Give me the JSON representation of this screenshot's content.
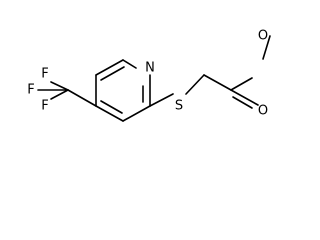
{
  "molecule": {
    "atoms": {
      "n": "N",
      "s": "S",
      "o_ester": "O",
      "o_carbonyl": "O",
      "f1": "F",
      "f2": "F",
      "f3": "F"
    }
  }
}
